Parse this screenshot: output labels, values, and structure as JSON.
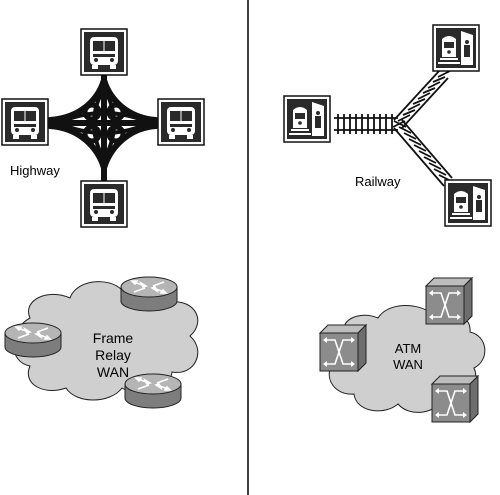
{
  "labels": {
    "highway": "Highway",
    "railway": "Railway",
    "frame_relay_line1": "Frame Relay",
    "frame_relay_line2": "WAN",
    "atm_line1": "ATM",
    "atm_line2": "WAN"
  },
  "icons": {
    "bus": "bus-sign-icon",
    "train": "train-station-sign-icon",
    "router": "router-icon",
    "atm_switch": "atm-switch-icon",
    "interchange": "highway-interchange-icon",
    "rail": "railway-track-icon",
    "cloud": "wan-cloud-icon"
  },
  "colors": {
    "sign_background": "#2a2a2a",
    "cloud_fill": "#cfcfcf",
    "router_fill": "#9a9a9a",
    "switch_fill": "#8c8c8c",
    "divider": "#000000"
  }
}
